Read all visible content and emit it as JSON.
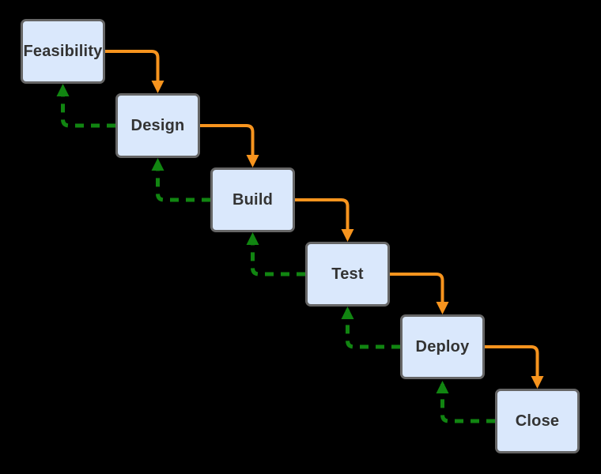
{
  "diagram": {
    "type": "waterfall-process-flow",
    "background_color": "#000000",
    "nodes": [
      {
        "id": "feasibility",
        "label": "Feasibility"
      },
      {
        "id": "design",
        "label": "Design"
      },
      {
        "id": "build",
        "label": "Build"
      },
      {
        "id": "test",
        "label": "Test"
      },
      {
        "id": "deploy",
        "label": "Deploy"
      },
      {
        "id": "close",
        "label": "Close"
      }
    ],
    "edges": {
      "forward": [
        {
          "from": "Feasibility",
          "to": "Design"
        },
        {
          "from": "Design",
          "to": "Build"
        },
        {
          "from": "Build",
          "to": "Test"
        },
        {
          "from": "Test",
          "to": "Deploy"
        },
        {
          "from": "Deploy",
          "to": "Close"
        }
      ],
      "backward": [
        {
          "from": "Design",
          "to": "Feasibility"
        },
        {
          "from": "Build",
          "to": "Design"
        },
        {
          "from": "Test",
          "to": "Build"
        },
        {
          "from": "Deploy",
          "to": "Test"
        },
        {
          "from": "Close",
          "to": "Deploy"
        }
      ],
      "forward_style": "solid",
      "backward_style": "dashed"
    },
    "colors": {
      "forward_arrow": "#F7941E",
      "backward_arrow": "#118511",
      "node_fill": "#DAE8FC",
      "node_border": "#666666",
      "node_text": "#333333",
      "background": "#000000"
    }
  }
}
